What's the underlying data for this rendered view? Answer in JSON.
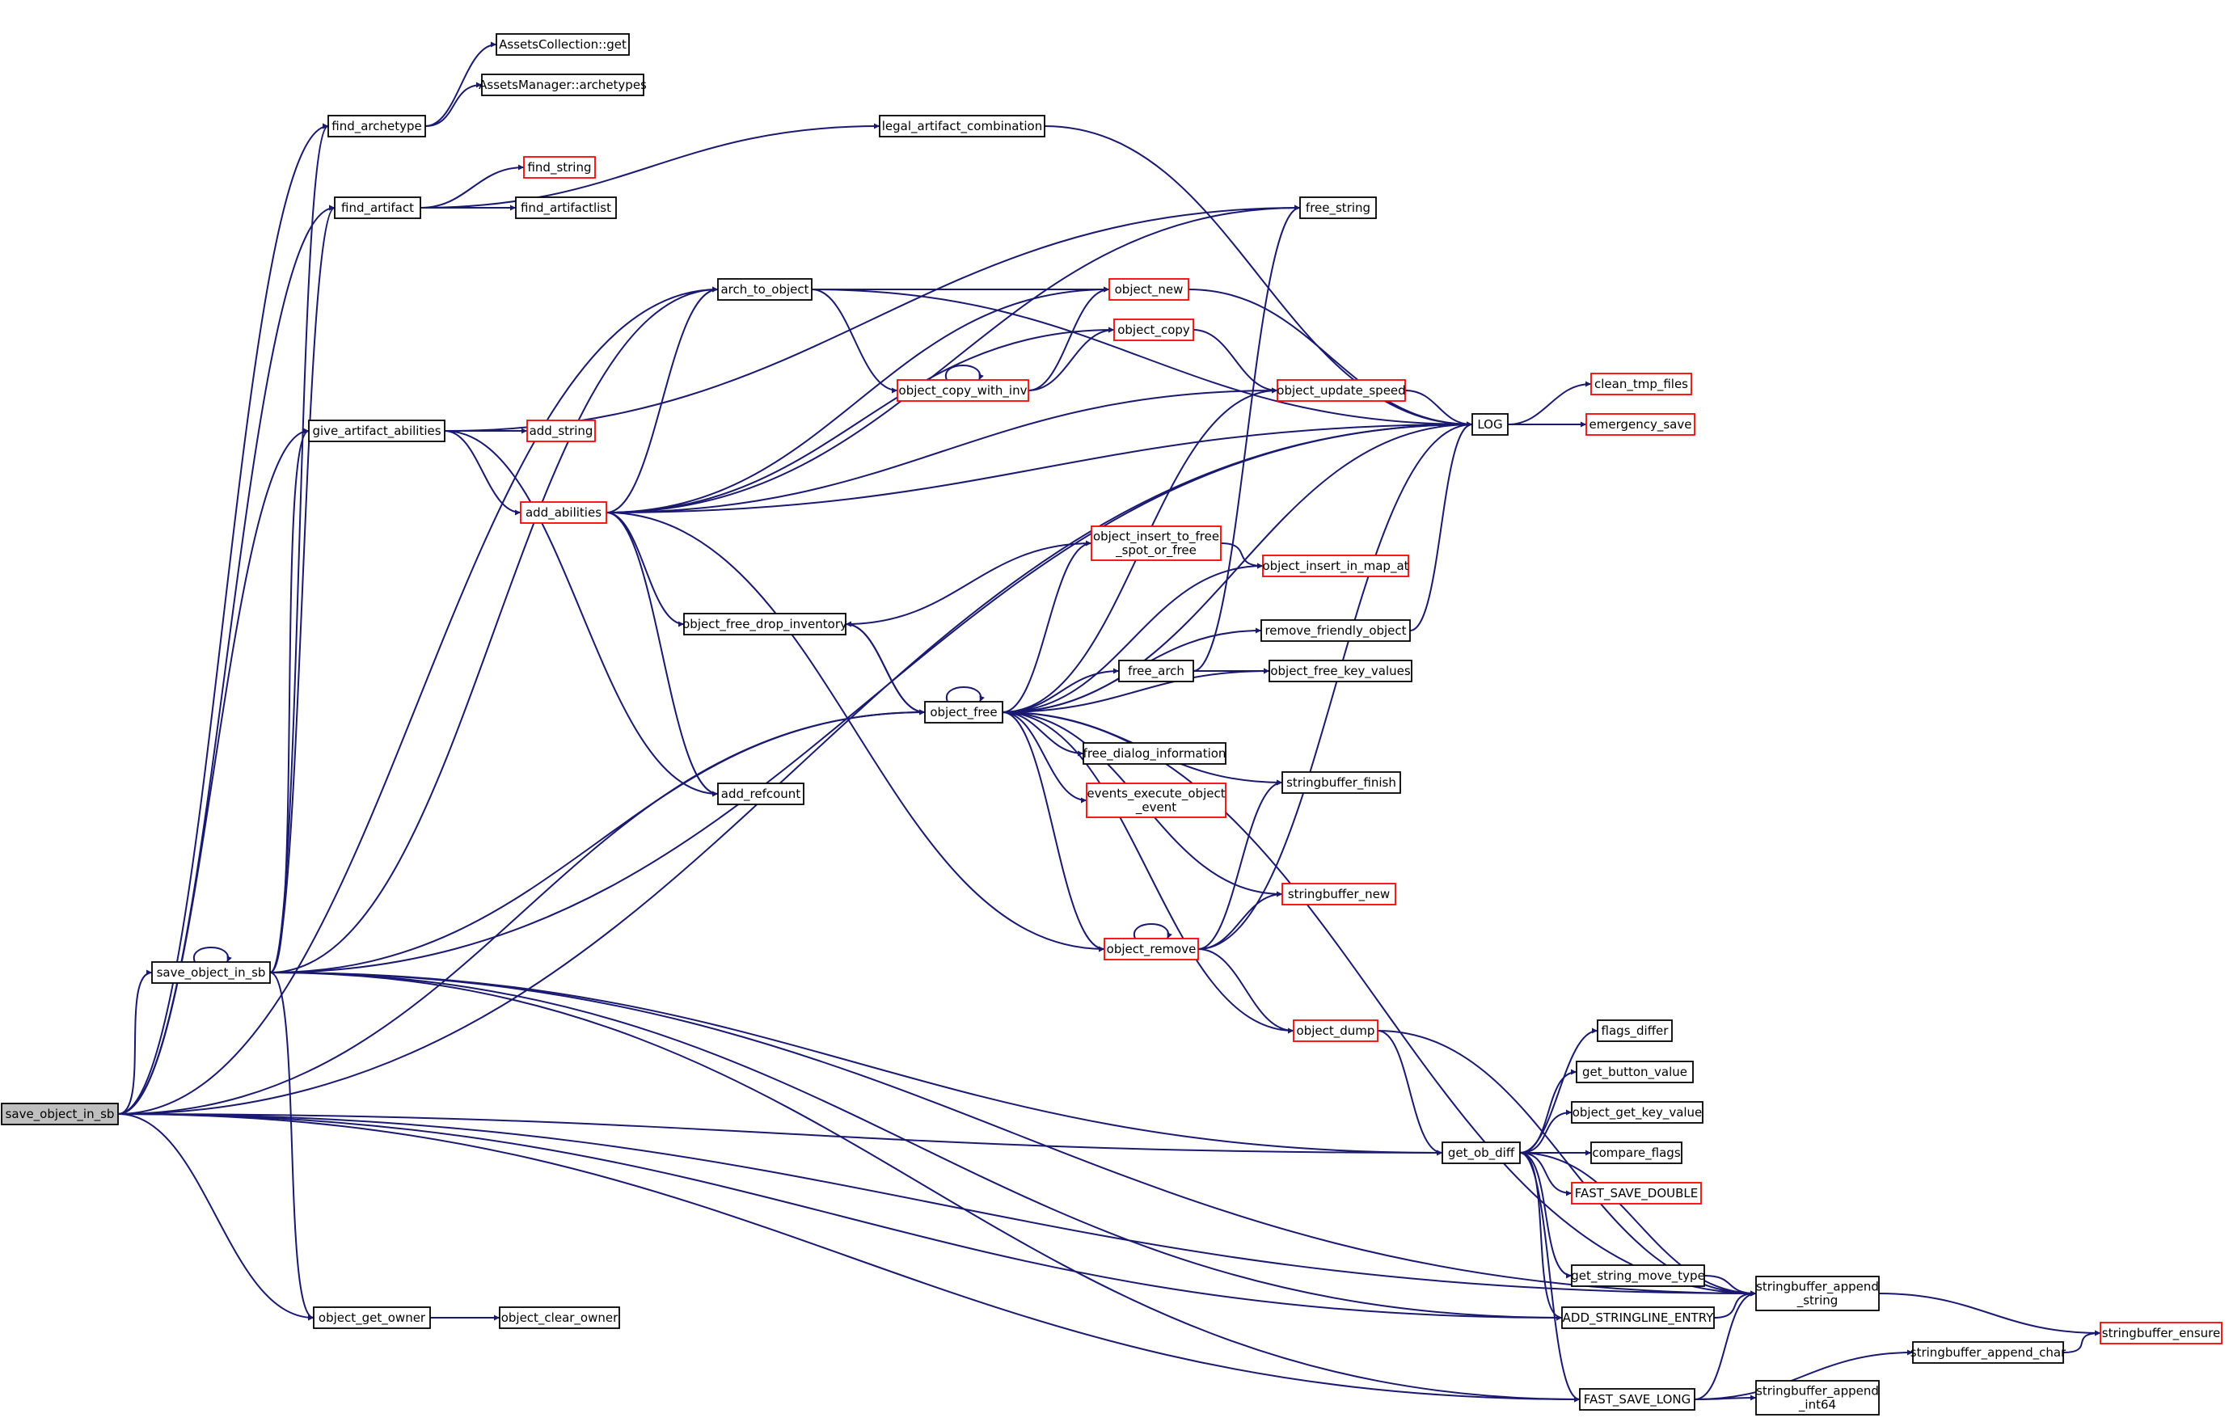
{
  "colors": {
    "edge": "#191970",
    "text": "#000000",
    "node_border": "#000000",
    "node_border_truncated": "#ff0000",
    "focus_fill": "#bfbfbf",
    "node_fill": "#ffffff"
  },
  "nodes": [
    {
      "id": "save_object_in_sb_root",
      "lines": [
        "save_object_in_sb"
      ],
      "focus": true
    },
    {
      "id": "save_object_in_sb",
      "lines": [
        "save_object_in_sb"
      ]
    },
    {
      "id": "find_archetype",
      "lines": [
        "find_archetype"
      ]
    },
    {
      "id": "AssetsCollection_get",
      "lines": [
        "AssetsCollection::get"
      ]
    },
    {
      "id": "AssetsManager_archetypes",
      "lines": [
        "AssetsManager::archetypes"
      ]
    },
    {
      "id": "find_artifact",
      "lines": [
        "find_artifact"
      ]
    },
    {
      "id": "legal_artifact_combination",
      "lines": [
        "legal_artifact_combination"
      ]
    },
    {
      "id": "find_string",
      "lines": [
        "find_string"
      ],
      "truncated": true
    },
    {
      "id": "find_artifactlist",
      "lines": [
        "find_artifactlist"
      ]
    },
    {
      "id": "free_string",
      "lines": [
        "free_string"
      ]
    },
    {
      "id": "arch_to_object",
      "lines": [
        "arch_to_object"
      ]
    },
    {
      "id": "object_new",
      "lines": [
        "object_new"
      ],
      "truncated": true
    },
    {
      "id": "object_copy",
      "lines": [
        "object_copy"
      ],
      "truncated": true
    },
    {
      "id": "object_copy_with_inv",
      "lines": [
        "object_copy_with_inv"
      ],
      "truncated": true
    },
    {
      "id": "object_update_speed",
      "lines": [
        "object_update_speed"
      ],
      "truncated": true
    },
    {
      "id": "LOG",
      "lines": [
        "LOG"
      ]
    },
    {
      "id": "clean_tmp_files",
      "lines": [
        "clean_tmp_files"
      ],
      "truncated": true
    },
    {
      "id": "emergency_save",
      "lines": [
        "emergency_save"
      ],
      "truncated": true
    },
    {
      "id": "give_artifact_abilities",
      "lines": [
        "give_artifact_abilities"
      ]
    },
    {
      "id": "add_string",
      "lines": [
        "add_string"
      ],
      "truncated": true
    },
    {
      "id": "add_abilities",
      "lines": [
        "add_abilities"
      ],
      "truncated": true
    },
    {
      "id": "object_insert_to_free_spot_or_free",
      "lines": [
        "object_insert_to_free",
        "_spot_or_free"
      ],
      "truncated": true
    },
    {
      "id": "object_insert_in_map_at",
      "lines": [
        "object_insert_in_map_at"
      ],
      "truncated": true
    },
    {
      "id": "object_free_drop_inventory",
      "lines": [
        "object_free_drop_inventory"
      ]
    },
    {
      "id": "remove_friendly_object",
      "lines": [
        "remove_friendly_object"
      ]
    },
    {
      "id": "free_arch",
      "lines": [
        "free_arch"
      ]
    },
    {
      "id": "object_free_key_values",
      "lines": [
        "object_free_key_values"
      ]
    },
    {
      "id": "object_free",
      "lines": [
        "object_free"
      ]
    },
    {
      "id": "free_dialog_information",
      "lines": [
        "free_dialog_information"
      ]
    },
    {
      "id": "stringbuffer_finish",
      "lines": [
        "stringbuffer_finish"
      ]
    },
    {
      "id": "events_execute_object_event",
      "lines": [
        "events_execute_object",
        "_event"
      ],
      "truncated": true
    },
    {
      "id": "add_refcount",
      "lines": [
        "add_refcount"
      ]
    },
    {
      "id": "stringbuffer_new",
      "lines": [
        "stringbuffer_new"
      ],
      "truncated": true
    },
    {
      "id": "object_remove",
      "lines": [
        "object_remove"
      ],
      "truncated": true
    },
    {
      "id": "object_dump",
      "lines": [
        "object_dump"
      ],
      "truncated": true
    },
    {
      "id": "flags_differ",
      "lines": [
        "flags_differ"
      ]
    },
    {
      "id": "get_button_value",
      "lines": [
        "get_button_value"
      ]
    },
    {
      "id": "object_get_key_value",
      "lines": [
        "object_get_key_value"
      ]
    },
    {
      "id": "compare_flags",
      "lines": [
        "compare_flags"
      ]
    },
    {
      "id": "FAST_SAVE_DOUBLE",
      "lines": [
        "FAST_SAVE_DOUBLE"
      ],
      "truncated": true
    },
    {
      "id": "get_ob_diff",
      "lines": [
        "get_ob_diff"
      ]
    },
    {
      "id": "get_string_move_type",
      "lines": [
        "get_string_move_type"
      ]
    },
    {
      "id": "stringbuffer_append_string",
      "lines": [
        "stringbuffer_append",
        "_string"
      ]
    },
    {
      "id": "ADD_STRINGLINE_ENTRY",
      "lines": [
        "ADD_STRINGLINE_ENTRY"
      ]
    },
    {
      "id": "stringbuffer_ensure",
      "lines": [
        "stringbuffer_ensure"
      ],
      "truncated": true
    },
    {
      "id": "object_get_owner",
      "lines": [
        "object_get_owner"
      ]
    },
    {
      "id": "object_clear_owner",
      "lines": [
        "object_clear_owner"
      ]
    },
    {
      "id": "stringbuffer_append_char",
      "lines": [
        "stringbuffer_append_char"
      ]
    },
    {
      "id": "FAST_SAVE_LONG",
      "lines": [
        "FAST_SAVE_LONG"
      ]
    },
    {
      "id": "stringbuffer_append_int64",
      "lines": [
        "stringbuffer_append",
        "_int64"
      ]
    }
  ],
  "edges": [
    [
      "save_object_in_sb_root",
      "LOG"
    ],
    [
      "save_object_in_sb_root",
      "find_archetype"
    ],
    [
      "save_object_in_sb_root",
      "find_artifact"
    ],
    [
      "save_object_in_sb_root",
      "arch_to_object"
    ],
    [
      "save_object_in_sb_root",
      "give_artifact_abilities"
    ],
    [
      "save_object_in_sb_root",
      "save_object_in_sb"
    ],
    [
      "save_object_in_sb_root",
      "object_free"
    ],
    [
      "save_object_in_sb_root",
      "get_ob_diff"
    ],
    [
      "save_object_in_sb_root",
      "ADD_STRINGLINE_ENTRY"
    ],
    [
      "save_object_in_sb_root",
      "object_get_owner"
    ],
    [
      "save_object_in_sb_root",
      "stringbuffer_append_string"
    ],
    [
      "save_object_in_sb_root",
      "FAST_SAVE_LONG"
    ],
    [
      "find_archetype",
      "AssetsCollection_get"
    ],
    [
      "find_archetype",
      "AssetsManager_archetypes"
    ],
    [
      "find_artifact",
      "legal_artifact_combination"
    ],
    [
      "find_artifact",
      "find_string"
    ],
    [
      "find_artifact",
      "find_artifactlist"
    ],
    [
      "legal_artifact_combination",
      "LOG"
    ],
    [
      "arch_to_object",
      "object_new"
    ],
    [
      "arch_to_object",
      "object_copy_with_inv"
    ],
    [
      "arch_to_object",
      "LOG"
    ],
    [
      "object_new",
      "LOG"
    ],
    [
      "object_copy",
      "object_update_speed"
    ],
    [
      "object_copy_with_inv",
      "object_copy_with_inv"
    ],
    [
      "object_copy_with_inv",
      "object_new"
    ],
    [
      "object_copy_with_inv",
      "object_copy"
    ],
    [
      "object_update_speed",
      "LOG"
    ],
    [
      "LOG",
      "clean_tmp_files"
    ],
    [
      "LOG",
      "emergency_save"
    ],
    [
      "give_artifact_abilities",
      "free_string"
    ],
    [
      "give_artifact_abilities",
      "add_string"
    ],
    [
      "give_artifact_abilities",
      "add_abilities"
    ],
    [
      "give_artifact_abilities",
      "add_refcount"
    ],
    [
      "add_abilities",
      "free_string"
    ],
    [
      "add_abilities",
      "arch_to_object"
    ],
    [
      "add_abilities",
      "object_new"
    ],
    [
      "add_abilities",
      "object_copy"
    ],
    [
      "add_abilities",
      "object_update_speed"
    ],
    [
      "add_abilities",
      "LOG"
    ],
    [
      "add_abilities",
      "object_free_drop_inventory"
    ],
    [
      "add_abilities",
      "add_refcount"
    ],
    [
      "add_abilities",
      "object_remove"
    ],
    [
      "object_insert_to_free_spot_or_free",
      "object_insert_in_map_at"
    ],
    [
      "object_insert_to_free_spot_or_free",
      "object_free_drop_inventory"
    ],
    [
      "object_free_drop_inventory",
      "object_free"
    ],
    [
      "remove_friendly_object",
      "LOG"
    ],
    [
      "free_arch",
      "free_string"
    ],
    [
      "free_arch",
      "object_free_key_values"
    ],
    [
      "object_free",
      "object_free"
    ],
    [
      "object_free",
      "object_free_drop_inventory"
    ],
    [
      "object_free",
      "object_update_speed"
    ],
    [
      "object_free",
      "object_insert_to_free_spot_or_free"
    ],
    [
      "object_free",
      "object_insert_in_map_at"
    ],
    [
      "object_free",
      "remove_friendly_object"
    ],
    [
      "object_free",
      "free_arch"
    ],
    [
      "object_free",
      "object_free_key_values"
    ],
    [
      "object_free",
      "free_dialog_information"
    ],
    [
      "object_free",
      "stringbuffer_finish"
    ],
    [
      "object_free",
      "events_execute_object_event"
    ],
    [
      "object_free",
      "stringbuffer_new"
    ],
    [
      "object_free",
      "object_remove"
    ],
    [
      "object_free",
      "object_dump"
    ],
    [
      "object_free",
      "LOG"
    ],
    [
      "object_free",
      "stringbuffer_append_string"
    ],
    [
      "object_remove",
      "object_remove"
    ],
    [
      "object_remove",
      "stringbuffer_finish"
    ],
    [
      "object_remove",
      "stringbuffer_new"
    ],
    [
      "object_remove",
      "object_dump"
    ],
    [
      "object_remove",
      "LOG"
    ],
    [
      "object_dump",
      "get_ob_diff"
    ],
    [
      "object_dump",
      "stringbuffer_append_string"
    ],
    [
      "save_object_in_sb",
      "save_object_in_sb"
    ],
    [
      "save_object_in_sb",
      "find_archetype"
    ],
    [
      "save_object_in_sb",
      "find_artifact"
    ],
    [
      "save_object_in_sb",
      "give_artifact_abilities"
    ],
    [
      "save_object_in_sb",
      "arch_to_object"
    ],
    [
      "save_object_in_sb",
      "LOG"
    ],
    [
      "save_object_in_sb",
      "object_free"
    ],
    [
      "save_object_in_sb",
      "stringbuffer_append_string"
    ],
    [
      "save_object_in_sb",
      "get_ob_diff"
    ],
    [
      "save_object_in_sb",
      "ADD_STRINGLINE_ENTRY"
    ],
    [
      "save_object_in_sb",
      "FAST_SAVE_LONG"
    ],
    [
      "save_object_in_sb",
      "object_get_owner"
    ],
    [
      "get_ob_diff",
      "flags_differ"
    ],
    [
      "get_ob_diff",
      "get_button_value"
    ],
    [
      "get_ob_diff",
      "object_get_key_value"
    ],
    [
      "get_ob_diff",
      "compare_flags"
    ],
    [
      "get_ob_diff",
      "FAST_SAVE_DOUBLE"
    ],
    [
      "get_ob_diff",
      "stringbuffer_append_string"
    ],
    [
      "get_ob_diff",
      "get_string_move_type"
    ],
    [
      "get_ob_diff",
      "ADD_STRINGLINE_ENTRY"
    ],
    [
      "get_ob_diff",
      "FAST_SAVE_LONG"
    ],
    [
      "get_string_move_type",
      "stringbuffer_append_string"
    ],
    [
      "ADD_STRINGLINE_ENTRY",
      "stringbuffer_append_string"
    ],
    [
      "stringbuffer_append_string",
      "stringbuffer_ensure"
    ],
    [
      "stringbuffer_append_char",
      "stringbuffer_ensure"
    ],
    [
      "FAST_SAVE_LONG",
      "stringbuffer_append_string"
    ],
    [
      "FAST_SAVE_LONG",
      "stringbuffer_append_char"
    ],
    [
      "FAST_SAVE_LONG",
      "stringbuffer_append_int64"
    ],
    [
      "object_get_owner",
      "object_clear_owner"
    ]
  ]
}
